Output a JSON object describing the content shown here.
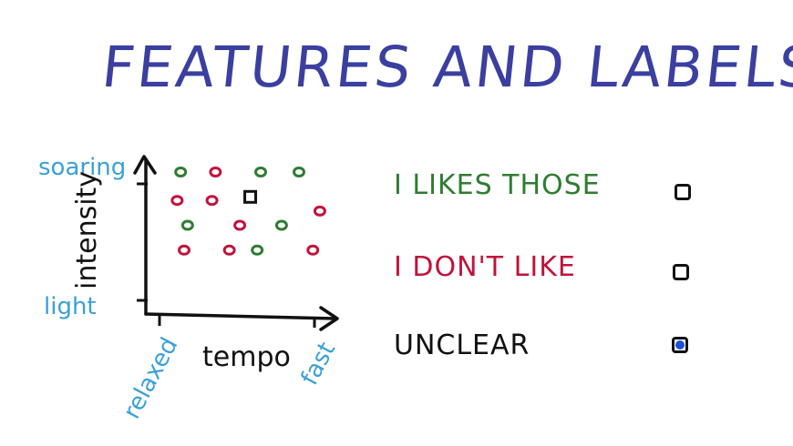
{
  "title": "FEATURES AND LABELS",
  "colors": {
    "title": "#3a3fa0",
    "axis_text": "#3aa0d8",
    "like": "#2e7d32",
    "dislike": "#c0133c",
    "unclear": "#111111",
    "axis": "#111111"
  },
  "chart_data": {
    "type": "scatter",
    "ylabel": "intensity",
    "xlabel": "tempo",
    "y_ticks": [
      "soaring",
      "light"
    ],
    "x_ticks": [
      "relaxed",
      "fast"
    ],
    "series": [
      {
        "class": "like",
        "points": [
          [
            1,
            4
          ],
          [
            3.3,
            4
          ],
          [
            4.4,
            4
          ],
          [
            1.2,
            2.5
          ],
          [
            3.9,
            2.5
          ],
          [
            3.2,
            1.8
          ]
        ]
      },
      {
        "class": "dislike",
        "points": [
          [
            2,
            4
          ],
          [
            0.9,
            3.2
          ],
          [
            1.9,
            3.2
          ],
          [
            5,
            2.9
          ],
          [
            2.7,
            2.5
          ],
          [
            1.1,
            1.8
          ],
          [
            2.4,
            1.8
          ],
          [
            4.8,
            1.8
          ]
        ]
      },
      {
        "class": "unclear",
        "points": [
          [
            3,
            3.3
          ]
        ]
      }
    ],
    "xlim": [
      0,
      5.5
    ],
    "ylim": [
      0,
      5
    ]
  },
  "options": [
    {
      "label": "I LIKES THOSE",
      "class": "like",
      "checked": false
    },
    {
      "label": "I DON'T LIKE",
      "class": "dislike",
      "checked": false
    },
    {
      "label": "UNCLEAR",
      "class": "unclear",
      "checked": true
    }
  ]
}
